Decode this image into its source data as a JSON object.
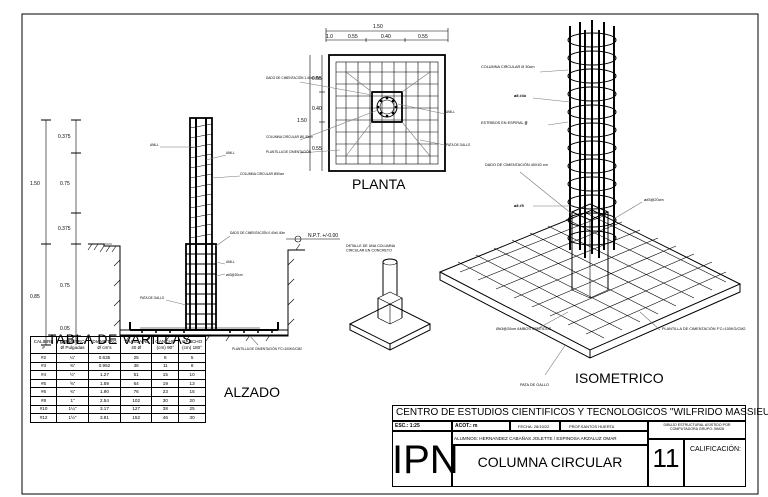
{
  "plan_view": {
    "title": "PLANTA",
    "dims_top": [
      "1.50",
      "1.0",
      "0.55",
      "0.40",
      "0.55"
    ],
    "dims_left": [
      "0.55",
      "0.40",
      "0.55",
      "1.50"
    ],
    "notes": [
      "DADO DE CIMENTACIÓN 1.40x0.40m",
      "COLUMNA CIRCULAR Ø0.30cm",
      "PLANTILLA DE CIMENTACIÓN",
      "ANILL",
      "PATA DE GALLO"
    ]
  },
  "elevation": {
    "title": "ALZADO",
    "dims": [
      "0.375",
      "0.75",
      "1.50",
      "0.375",
      "0.75",
      "0.85",
      "0.05",
      "0.05"
    ],
    "level_label": "N.P.T. +/-0.00",
    "notes": [
      "ANILL",
      "ANILL",
      "COLUMNA CIRCULAR Ø30cm",
      "DADO DE CIMENTACIÓN 0.40x0.40m",
      "ANILL",
      "ø#3@20cm",
      "PATA DE GALLO",
      "PLANTILLA DE CIMENTACIÓN F'C=100KG/CM2"
    ]
  },
  "detail": {
    "caption": "DETALLE DE UNA COLUMNA CIRCULAR EN CONCRETO"
  },
  "isometric": {
    "title": "ISOMETRICO",
    "notes": [
      "COLUMNA CIRCULAR Ø 30cm",
      "ø8 #4ó",
      "ESTRIBOS EN ESPIRAL ∯",
      "DADO DE CIMENTACIÓN 40X40 cm",
      "ø8 #5",
      "ø#3@20cm",
      "Ø#3@20cm AMBOS SENTIDOS",
      "PLANTILLA DE CIMENTACIÓN F'C=100KG/CM2",
      "PATA DE GALLO"
    ]
  },
  "table": {
    "title": "TABLA DE VARILLAS",
    "headers": [
      {
        "l1": "CALIBRE",
        "l2": "#"
      },
      {
        "l1": "DIAMETRO",
        "l2": "Ø Pulgadas"
      },
      {
        "l1": "DIAMETRO",
        "l2": "Ø cm's"
      },
      {
        "l1": "TRASLAPE",
        "l2": "40 Ø"
      },
      {
        "l1": "GANCHO",
        "l2": "(cm) 90°"
      },
      {
        "l1": "GANCHO",
        "l2": "(cm) 180°"
      }
    ],
    "rows": [
      [
        "#2",
        "¼\"",
        "0.635",
        "25",
        "8",
        "5"
      ],
      [
        "#3",
        "⅜\"",
        "0.952",
        "38",
        "11",
        "8"
      ],
      [
        "#4",
        "½\"",
        "1.27",
        "51",
        "15",
        "10"
      ],
      [
        "#5",
        "⅝\"",
        "1.59",
        "64",
        "19",
        "13"
      ],
      [
        "#6",
        "¾\"",
        "1.90",
        "76",
        "23",
        "15"
      ],
      [
        "#8",
        "1\"",
        "2.54",
        "102",
        "30",
        "20"
      ],
      [
        "#10",
        "1¼\"",
        "3.17",
        "127",
        "38",
        "25"
      ],
      [
        "#12",
        "1½\"",
        "3.81",
        "152",
        "46",
        "30"
      ]
    ]
  },
  "title_block": {
    "institution": "CENTRO DE ESTUDIOS CIENTIFICOS Y TECNOLOGICOS \"WILFRIDO MASSIEU\"",
    "scale": "ESC.: 1:25",
    "acot": "ACOT.: m",
    "date": "FECHA: 28/10/22",
    "professor": "PROF.SANTOS HUERTA",
    "subject": "DIBUJO ESTRUCTURAL ASISTIDO POR COMPUTADORA GRUPO: 5IM28",
    "students": "ALUMNOS: HERNANDEZ CABAÑAS JOLETTE / ESPINOSA ARZALUZ OMAR",
    "logo": "IPN",
    "sheet_title": "COLUMNA CIRCULAR",
    "sheet_number": "11",
    "grade_label": "CALIFICACIÓN:"
  }
}
